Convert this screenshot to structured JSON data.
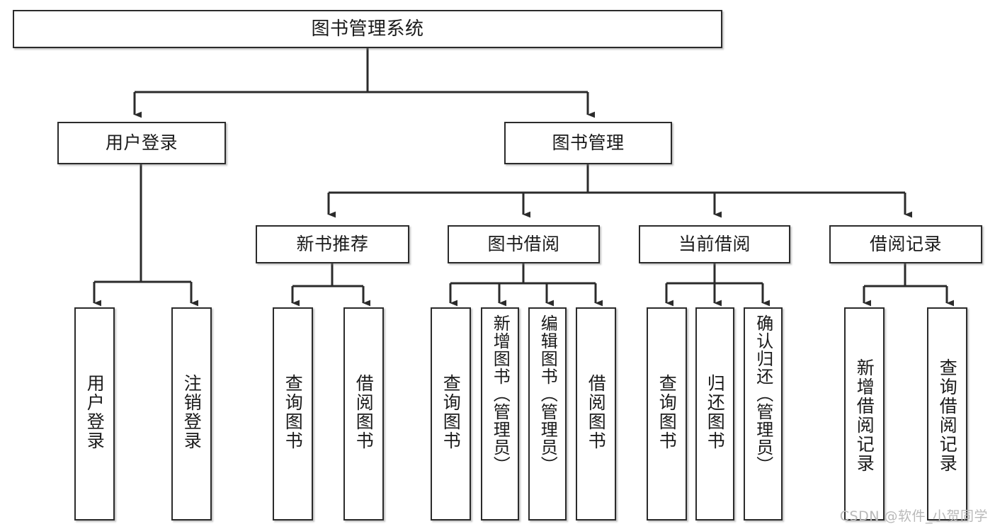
{
  "diagram": {
    "type": "tree-hierarchy-chart",
    "title": "图书管理系统",
    "watermark": "CSDN @软件_小贺同学",
    "colors": {
      "border": "#2b2b2b",
      "background": "#ffffff",
      "text": "#1a1a1a",
      "connector": "#2b2b2b",
      "watermark": "#b9b9b9"
    },
    "root": {
      "label": "图书管理系统"
    },
    "level1": [
      {
        "id": "user-login",
        "label": "用户登录"
      },
      {
        "id": "book-manage",
        "label": "图书管理"
      }
    ],
    "level2": [
      {
        "id": "new-book-recommend",
        "label": "新书推荐"
      },
      {
        "id": "book-borrow",
        "label": "图书借阅"
      },
      {
        "id": "current-borrow",
        "label": "当前借阅"
      },
      {
        "id": "borrow-record",
        "label": "借阅记录"
      }
    ],
    "leaves": {
      "user_login": [
        {
          "id": "leaf-user-login",
          "label": "用户登录"
        },
        {
          "id": "leaf-logout-login",
          "label": "注销登录"
        }
      ],
      "new_book_recommend": [
        {
          "id": "leaf-query-book-1",
          "label": "查询图书"
        },
        {
          "id": "leaf-borrow-book-1",
          "label": "借阅图书"
        }
      ],
      "book_borrow": [
        {
          "id": "leaf-query-book-2",
          "label": "查询图书"
        },
        {
          "id": "leaf-add-book",
          "label": "新增图书（管理员）"
        },
        {
          "id": "leaf-edit-book",
          "label": "编辑图书（管理员）"
        },
        {
          "id": "leaf-borrow-book-2",
          "label": "借阅图书"
        }
      ],
      "current_borrow": [
        {
          "id": "leaf-query-book-3",
          "label": "查询图书"
        },
        {
          "id": "leaf-return-book",
          "label": "归还图书"
        },
        {
          "id": "leaf-confirm-return",
          "label": "确认归还（管理员）"
        }
      ],
      "borrow_record": [
        {
          "id": "leaf-add-record",
          "label": "新增借阅记录"
        },
        {
          "id": "leaf-query-record",
          "label": "查询借阅记录"
        }
      ]
    }
  }
}
